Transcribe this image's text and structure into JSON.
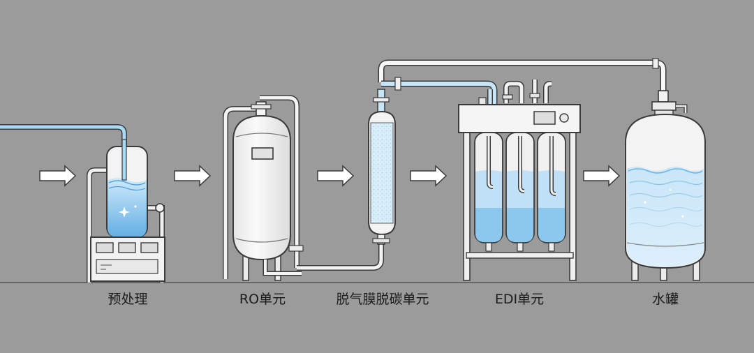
{
  "stages": [
    {
      "id": "pretreatment",
      "label": "预处理"
    },
    {
      "id": "ro",
      "label": "RO单元"
    },
    {
      "id": "degas",
      "label": "脱气膜脱碳单元"
    },
    {
      "id": "edi",
      "label": "EDI单元"
    },
    {
      "id": "tank",
      "label": "水罐"
    }
  ],
  "colors": {
    "background": "#9b9b9b",
    "outline": "#3a3a3a",
    "vessel_fill": "#f4f4f4",
    "water": "#9ccff0",
    "water_deep": "#6fb6e6",
    "pipe_flow": "#bfe3f7"
  }
}
